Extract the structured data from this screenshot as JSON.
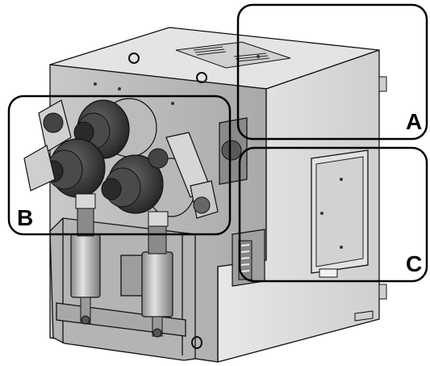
{
  "figure": {
    "callouts": [
      {
        "id": "A",
        "label": "A"
      },
      {
        "id": "B",
        "label": "B"
      },
      {
        "id": "C",
        "label": "C"
      }
    ],
    "colors": {
      "outline": "#111111",
      "cabinet_front": "#bfbfbf",
      "cabinet_side": "#d9d9d9",
      "cabinet_top": "#e6e6e6",
      "roller_dark": "#3a3a3a",
      "roller_mid": "#7a7a7a",
      "cylinder": "#c8c8c8",
      "background": "#ffffff"
    }
  }
}
